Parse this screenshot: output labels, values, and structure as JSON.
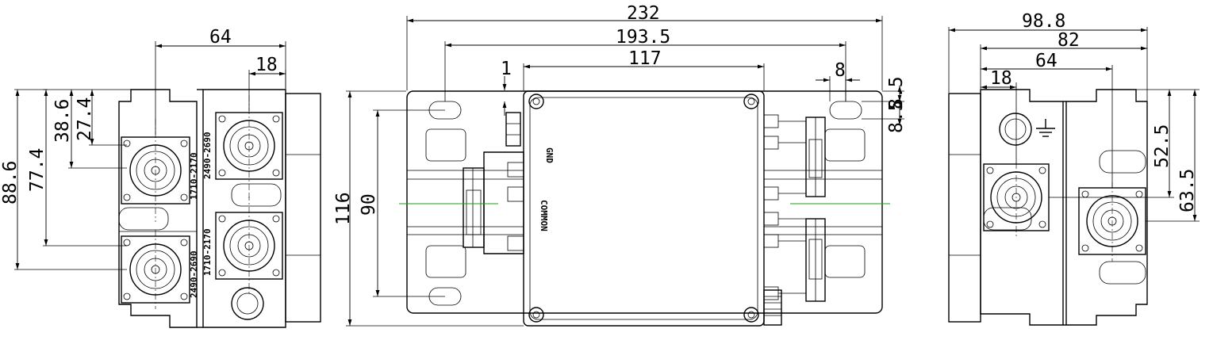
{
  "left_view": {
    "dims": {
      "width_64": "64",
      "width_18": "18",
      "h_88_6": "88.6",
      "h_77_4": "77.4",
      "h_38_6": "38.6",
      "h_27_4": "27.4"
    },
    "labels": {
      "band_a_top": "1710-2170",
      "band_b_top": "2490-2690",
      "band_a_bottom": "1710-2170",
      "band_b_bottom": "2490-2690"
    }
  },
  "center_view": {
    "dims": {
      "w_232": "232",
      "w_193_5": "193.5",
      "w_117": "117",
      "d_1": "1",
      "d_8": "8",
      "d_8_5_a": "8.5",
      "d_8_5_b": "8.5",
      "h_116": "116",
      "h_90": "90"
    },
    "labels": {
      "gnd": "GND",
      "common": "COMMON"
    }
  },
  "right_view": {
    "dims": {
      "w_98_8": "98.8",
      "w_82": "82",
      "w_64": "64",
      "w_18": "18",
      "h_52_5": "52.5",
      "h_63_5": "63.5"
    }
  }
}
